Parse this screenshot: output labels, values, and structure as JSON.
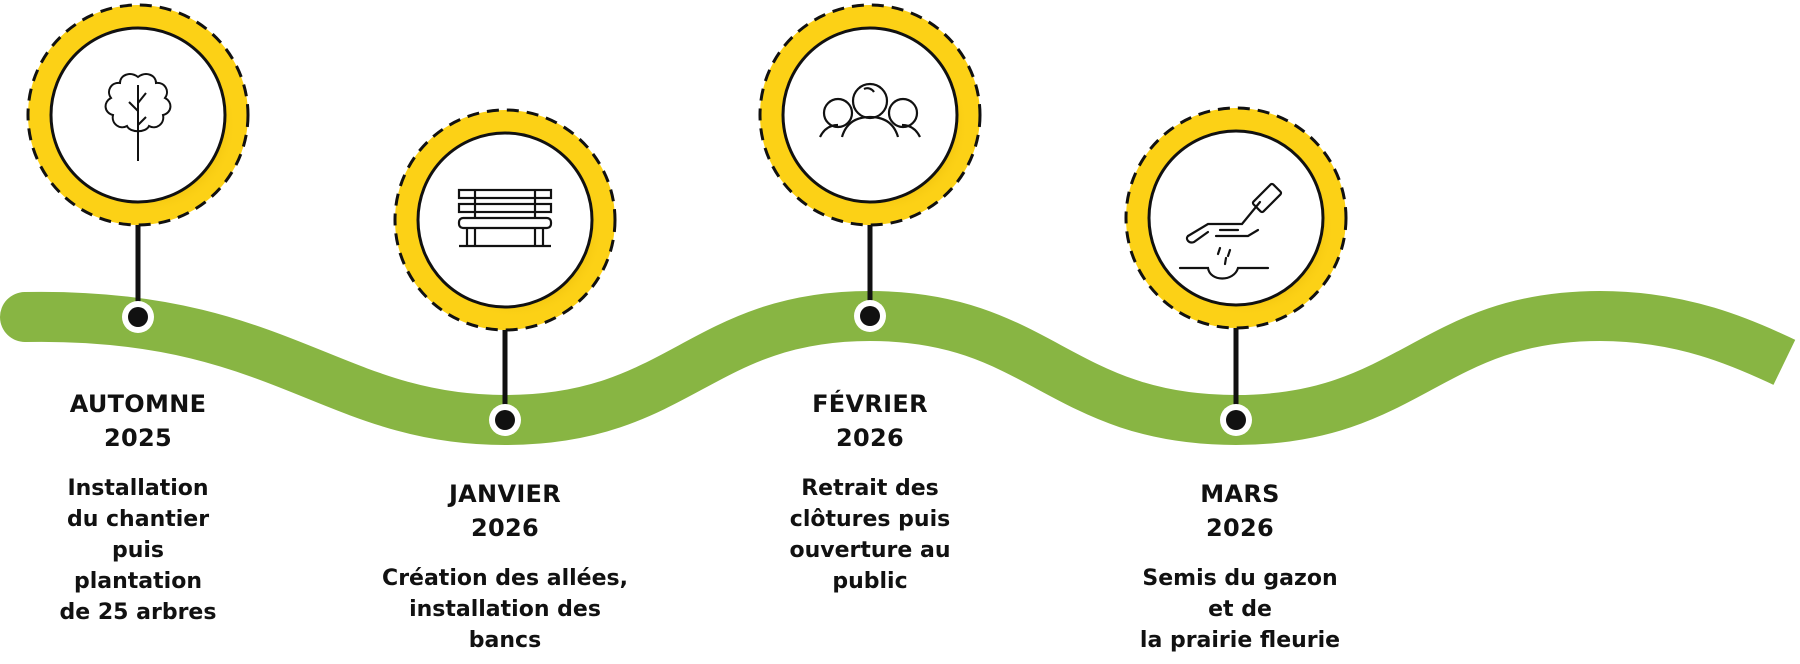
{
  "colors": {
    "wave": "#88b543",
    "ring": "#fcd116",
    "ring_dash": "#111111",
    "stem": "#111111",
    "text": "#111111"
  },
  "milestones": [
    {
      "period": "AUTOMNE",
      "year": "2025",
      "description_lines": [
        "Installation",
        "du chantier",
        "puis",
        "plantation",
        "de 25 arbres"
      ],
      "icon": "tree-icon"
    },
    {
      "period": "JANVIER",
      "year": "2026",
      "description_lines": [
        "Création des allées,",
        "installation des",
        "bancs"
      ],
      "icon": "bench-icon"
    },
    {
      "period": "FÉVRIER",
      "year": "2026",
      "description_lines": [
        "Retrait des",
        "clôtures puis",
        "ouverture au",
        "public"
      ],
      "icon": "people-icon"
    },
    {
      "period": "MARS",
      "year": "2026",
      "description_lines": [
        "Semis du gazon",
        "et de",
        "la prairie fleurie"
      ],
      "icon": "sowing-hand-icon"
    }
  ]
}
